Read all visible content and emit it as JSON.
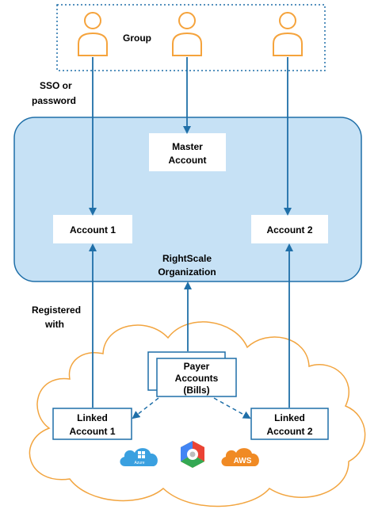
{
  "group": {
    "label": "Group"
  },
  "auth_note": {
    "line1": "SSO or",
    "line2": "password"
  },
  "master_account": {
    "line1": "Master",
    "line2": "Account"
  },
  "account_1": {
    "label": "Account 1"
  },
  "account_2": {
    "label": "Account 2"
  },
  "organization": {
    "line1": "RightScale",
    "line2": "Organization"
  },
  "registered_note": {
    "line1": "Registered",
    "line2": "with"
  },
  "payer_accounts": {
    "line1": "Payer",
    "line2": "Accounts",
    "line3": "(Bills)"
  },
  "linked_account_1": {
    "line1": "Linked",
    "line2": "Account 1"
  },
  "linked_account_2": {
    "line1": "Linked",
    "line2": "Account 2"
  },
  "cloud_logos": {
    "azure": "Azure",
    "aws": "AWS"
  },
  "colors": {
    "arrow": "#1f6fa8",
    "user": "#f5a33c",
    "org_fill": "#c6e1f5",
    "org_stroke": "#1f6fa8",
    "cloud_stroke": "#f2a540",
    "azure": "#3aa0e0",
    "aws": "#f08a24"
  }
}
